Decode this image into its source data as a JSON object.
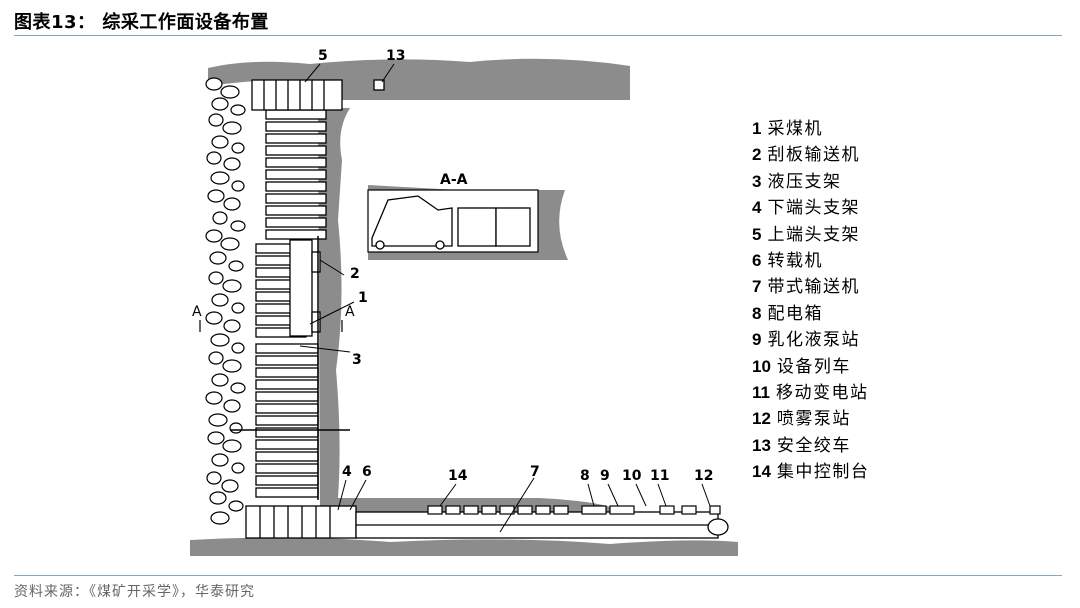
{
  "figure_title": "图表13：  综采工作面设备布置",
  "source_note": "资料来源：《煤矿开采学》，华泰研究",
  "diagram": {
    "section_label": "A-A",
    "section_marker": "A",
    "callouts": [
      "1",
      "2",
      "3",
      "4",
      "5",
      "6",
      "7",
      "8",
      "9",
      "10",
      "11",
      "12",
      "13",
      "14"
    ]
  },
  "legend": [
    {
      "num": "1",
      "label": "采煤机"
    },
    {
      "num": "2",
      "label": "刮板输送机"
    },
    {
      "num": "3",
      "label": "液压支架"
    },
    {
      "num": "4",
      "label": "下端头支架"
    },
    {
      "num": "5",
      "label": "上端头支架"
    },
    {
      "num": "6",
      "label": "转载机"
    },
    {
      "num": "7",
      "label": "带式输送机"
    },
    {
      "num": "8",
      "label": "配电箱"
    },
    {
      "num": "9",
      "label": "乳化液泵站"
    },
    {
      "num": "10",
      "label": "设备列车"
    },
    {
      "num": "11",
      "label": "移动变电站"
    },
    {
      "num": "12",
      "label": "喷雾泵站"
    },
    {
      "num": "13",
      "label": "安全绞车"
    },
    {
      "num": "14",
      "label": "集中控制台"
    }
  ]
}
